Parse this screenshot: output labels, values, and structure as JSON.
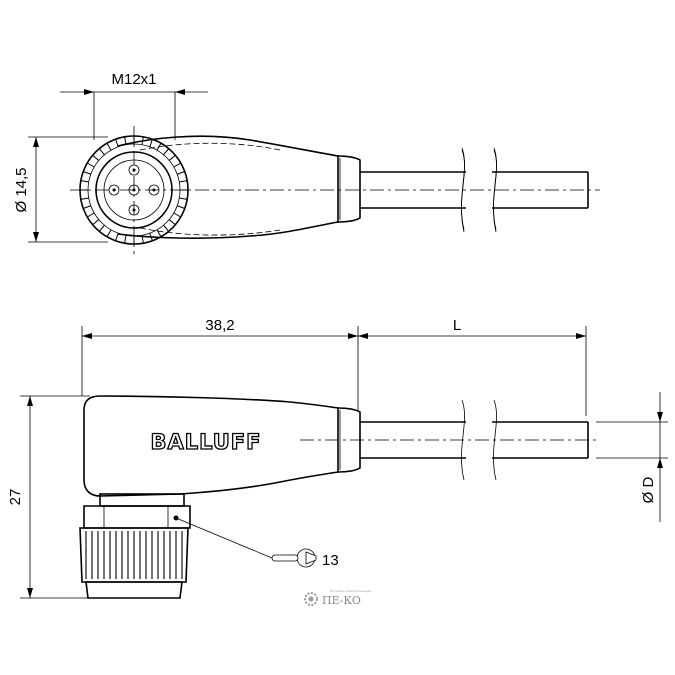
{
  "labels": {
    "thread": "M12x1",
    "head_diameter": "Ø 14,5",
    "length_head": "38,2",
    "length_cable": "L",
    "height": "27",
    "cable_diameter": "Ø D",
    "wrench_size": "13",
    "brand": "BALLUFF",
    "watermark": "ПЕ-КО",
    "watermark_small": "Поставка электротехники"
  },
  "icons": {
    "wrench": "open-end-wrench-icon",
    "gear": "gear-icon"
  }
}
